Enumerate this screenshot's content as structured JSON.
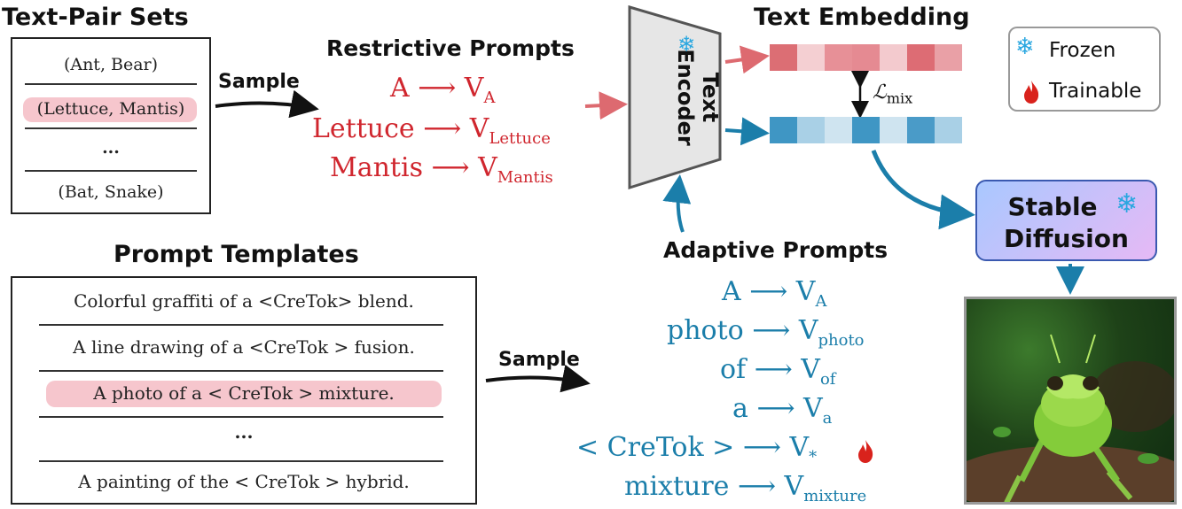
{
  "text_pair_sets": {
    "title": "Text-Pair Sets",
    "pairs": [
      "(Ant, Bear)",
      "(Lettuce, Mantis)",
      "...",
      "(Bat, Snake)"
    ],
    "highlighted_index": 1
  },
  "sample_top": "Sample",
  "restrictive_prompts": {
    "title": "Restrictive Prompts",
    "rows": [
      {
        "token": "A",
        "arrow": "⟶",
        "v": "V",
        "sub": "A"
      },
      {
        "token": "Lettuce",
        "arrow": "⟶",
        "v": "V",
        "sub": "Lettuce"
      },
      {
        "token": "Mantis",
        "arrow": "⟶",
        "v": "V",
        "sub": "Mantis"
      }
    ]
  },
  "text_encoder": {
    "line1": "Text",
    "line2": "Encoder"
  },
  "text_embedding": {
    "title": "Text Embedding",
    "loss_symbol": "ℒ",
    "loss_sub": "mix",
    "top_colors": [
      "#dc6e74",
      "#f4cfd2",
      "#e79097",
      "#e58a92",
      "#f3cace",
      "#dd6c74",
      "#e9a0a6"
    ],
    "bottom_colors": [
      "#3f96c4",
      "#a9d0e6",
      "#cfe4f0",
      "#3f96c4",
      "#cfe4f0",
      "#4a9bc8",
      "#a9d0e6"
    ]
  },
  "legend": {
    "frozen_label": "Frozen",
    "trainable_label": "Trainable",
    "frozen_icon": "snowflake-icon",
    "trainable_icon": "flame-icon"
  },
  "prompt_templates": {
    "title": "Prompt Templates",
    "rows": [
      "Colorful graffiti of a <CreTok> blend.",
      "A line drawing of a <CreTok > fusion.",
      "A photo of a < CreTok > mixture.",
      "...",
      "A painting of the < CreTok > hybrid."
    ],
    "highlighted_index": 2
  },
  "sample_bottom": "Sample",
  "adaptive_prompts": {
    "title": "Adaptive Prompts",
    "rows": [
      {
        "token": "A",
        "arrow": "⟶",
        "v": "V",
        "sub": "A"
      },
      {
        "token": "photo",
        "arrow": "⟶",
        "v": "V",
        "sub": "photo"
      },
      {
        "token": "of",
        "arrow": "⟶",
        "v": "V",
        "sub": "of"
      },
      {
        "token": "a",
        "arrow": "⟶",
        "v": "V",
        "sub": "a"
      },
      {
        "token": "< CreTok >",
        "arrow": "⟶",
        "v": "V",
        "sub": "*"
      },
      {
        "token": "mixture",
        "arrow": "⟶",
        "v": "V",
        "sub": "mixture"
      }
    ]
  },
  "stable_diffusion": {
    "line1": "Stable",
    "line2": "Diffusion"
  },
  "colors": {
    "red": "#d0262e",
    "blue": "#1b7eaa",
    "snow": "#2aa7e0",
    "flame": "#d9221c"
  }
}
